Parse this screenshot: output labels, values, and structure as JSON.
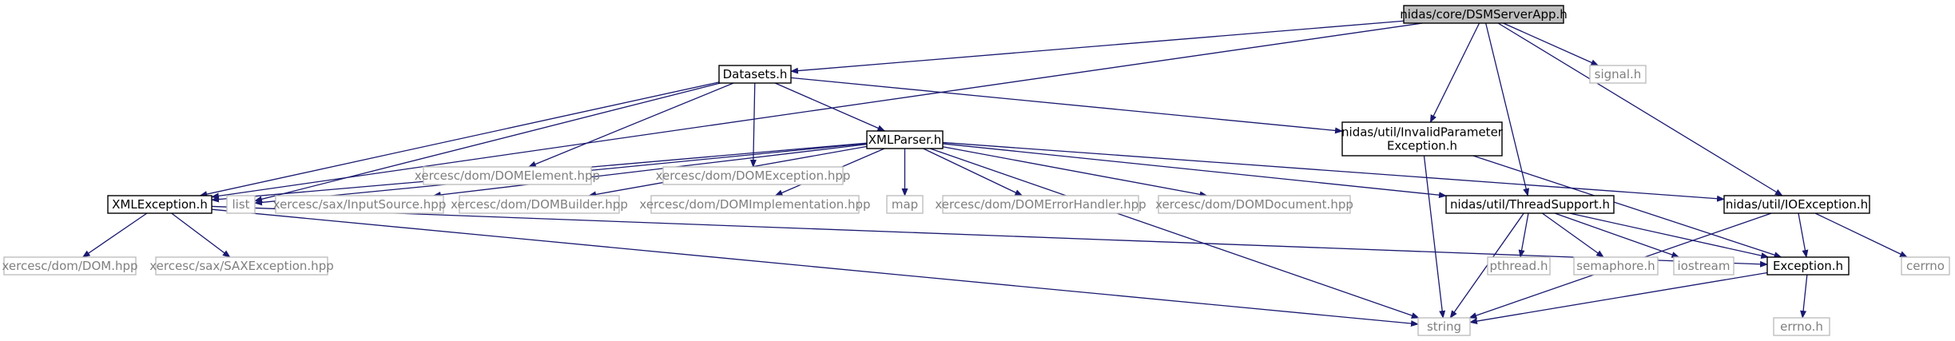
{
  "colors": {
    "edge": "#191970",
    "primary_border": "#000000",
    "primary_text": "#000000",
    "external_border": "#bfbfbf",
    "external_text": "#7f7f7f",
    "root_fill": "#bfbfbf",
    "background": "#ffffff"
  },
  "nodes": [
    {
      "id": "root",
      "kind": "root",
      "lines": [
        "nidas/core/DSMServerApp.h"
      ]
    },
    {
      "id": "datasets",
      "kind": "primary",
      "lines": [
        "Datasets.h"
      ]
    },
    {
      "id": "signal",
      "kind": "external",
      "lines": [
        "signal.h"
      ]
    },
    {
      "id": "domelement",
      "kind": "external",
      "lines": [
        "xercesc/dom/DOMElement.hpp"
      ]
    },
    {
      "id": "domexception",
      "kind": "external",
      "lines": [
        "xercesc/dom/DOMException.hpp"
      ]
    },
    {
      "id": "xmlparser",
      "kind": "primary",
      "lines": [
        "XMLParser.h"
      ]
    },
    {
      "id": "invalidparam",
      "kind": "primary",
      "lines": [
        "nidas/util/InvalidParameter",
        "Exception.h"
      ]
    },
    {
      "id": "xmlexception",
      "kind": "primary",
      "lines": [
        "XMLException.h"
      ]
    },
    {
      "id": "list",
      "kind": "external",
      "lines": [
        "list"
      ]
    },
    {
      "id": "inputsource",
      "kind": "external",
      "lines": [
        "xercesc/sax/InputSource.hpp"
      ]
    },
    {
      "id": "dombuilder",
      "kind": "external",
      "lines": [
        "xercesc/dom/DOMBuilder.hpp"
      ]
    },
    {
      "id": "domimpl",
      "kind": "external",
      "lines": [
        "xercesc/dom/DOMImplementation.hpp"
      ]
    },
    {
      "id": "map",
      "kind": "external",
      "lines": [
        "map"
      ]
    },
    {
      "id": "domerror",
      "kind": "external",
      "lines": [
        "xercesc/dom/DOMErrorHandler.hpp"
      ]
    },
    {
      "id": "domdocument",
      "kind": "external",
      "lines": [
        "xercesc/dom/DOMDocument.hpp"
      ]
    },
    {
      "id": "threadsupport",
      "kind": "primary",
      "lines": [
        "nidas/util/ThreadSupport.h"
      ]
    },
    {
      "id": "ioexception",
      "kind": "primary",
      "lines": [
        "nidas/util/IOException.h"
      ]
    },
    {
      "id": "dom",
      "kind": "external",
      "lines": [
        "xercesc/dom/DOM.hpp"
      ]
    },
    {
      "id": "saxexception",
      "kind": "external",
      "lines": [
        "xercesc/sax/SAXException.hpp"
      ]
    },
    {
      "id": "pthread",
      "kind": "external",
      "lines": [
        "pthread.h"
      ]
    },
    {
      "id": "semaphore",
      "kind": "external",
      "lines": [
        "semaphore.h"
      ]
    },
    {
      "id": "iostream",
      "kind": "external",
      "lines": [
        "iostream"
      ]
    },
    {
      "id": "exception",
      "kind": "primary",
      "lines": [
        "Exception.h"
      ]
    },
    {
      "id": "cerrno",
      "kind": "external",
      "lines": [
        "cerrno"
      ]
    },
    {
      "id": "string",
      "kind": "external",
      "lines": [
        "string"
      ]
    },
    {
      "id": "errno",
      "kind": "external",
      "lines": [
        "errno.h"
      ]
    }
  ],
  "edges": [
    {
      "from": "root",
      "to": "datasets"
    },
    {
      "from": "root",
      "to": "signal"
    },
    {
      "from": "root",
      "to": "xmlexception"
    },
    {
      "from": "root",
      "to": "invalidparam"
    },
    {
      "from": "root",
      "to": "threadsupport"
    },
    {
      "from": "root",
      "to": "ioexception"
    },
    {
      "from": "datasets",
      "to": "domelement"
    },
    {
      "from": "datasets",
      "to": "domexception"
    },
    {
      "from": "datasets",
      "to": "xmlparser"
    },
    {
      "from": "datasets",
      "to": "invalidparam"
    },
    {
      "from": "datasets",
      "to": "xmlexception"
    },
    {
      "from": "datasets",
      "to": "list"
    },
    {
      "from": "xmlparser",
      "to": "xmlexception"
    },
    {
      "from": "xmlparser",
      "to": "list"
    },
    {
      "from": "xmlparser",
      "to": "inputsource"
    },
    {
      "from": "xmlparser",
      "to": "dombuilder"
    },
    {
      "from": "xmlparser",
      "to": "domimpl"
    },
    {
      "from": "xmlparser",
      "to": "map"
    },
    {
      "from": "xmlparser",
      "to": "domerror"
    },
    {
      "from": "xmlparser",
      "to": "domdocument"
    },
    {
      "from": "xmlparser",
      "to": "threadsupport"
    },
    {
      "from": "xmlparser",
      "to": "ioexception"
    },
    {
      "from": "xmlparser",
      "to": "string"
    },
    {
      "from": "invalidparam",
      "to": "string"
    },
    {
      "from": "invalidparam",
      "to": "exception"
    },
    {
      "from": "xmlexception",
      "to": "dom"
    },
    {
      "from": "xmlexception",
      "to": "saxexception"
    },
    {
      "from": "xmlexception",
      "to": "exception"
    },
    {
      "from": "xmlexception",
      "to": "string"
    },
    {
      "from": "threadsupport",
      "to": "pthread"
    },
    {
      "from": "threadsupport",
      "to": "semaphore"
    },
    {
      "from": "threadsupport",
      "to": "iostream"
    },
    {
      "from": "threadsupport",
      "to": "exception"
    },
    {
      "from": "threadsupport",
      "to": "string"
    },
    {
      "from": "ioexception",
      "to": "exception"
    },
    {
      "from": "ioexception",
      "to": "cerrno"
    },
    {
      "from": "ioexception",
      "to": "string"
    },
    {
      "from": "exception",
      "to": "string"
    },
    {
      "from": "exception",
      "to": "errno"
    }
  ]
}
